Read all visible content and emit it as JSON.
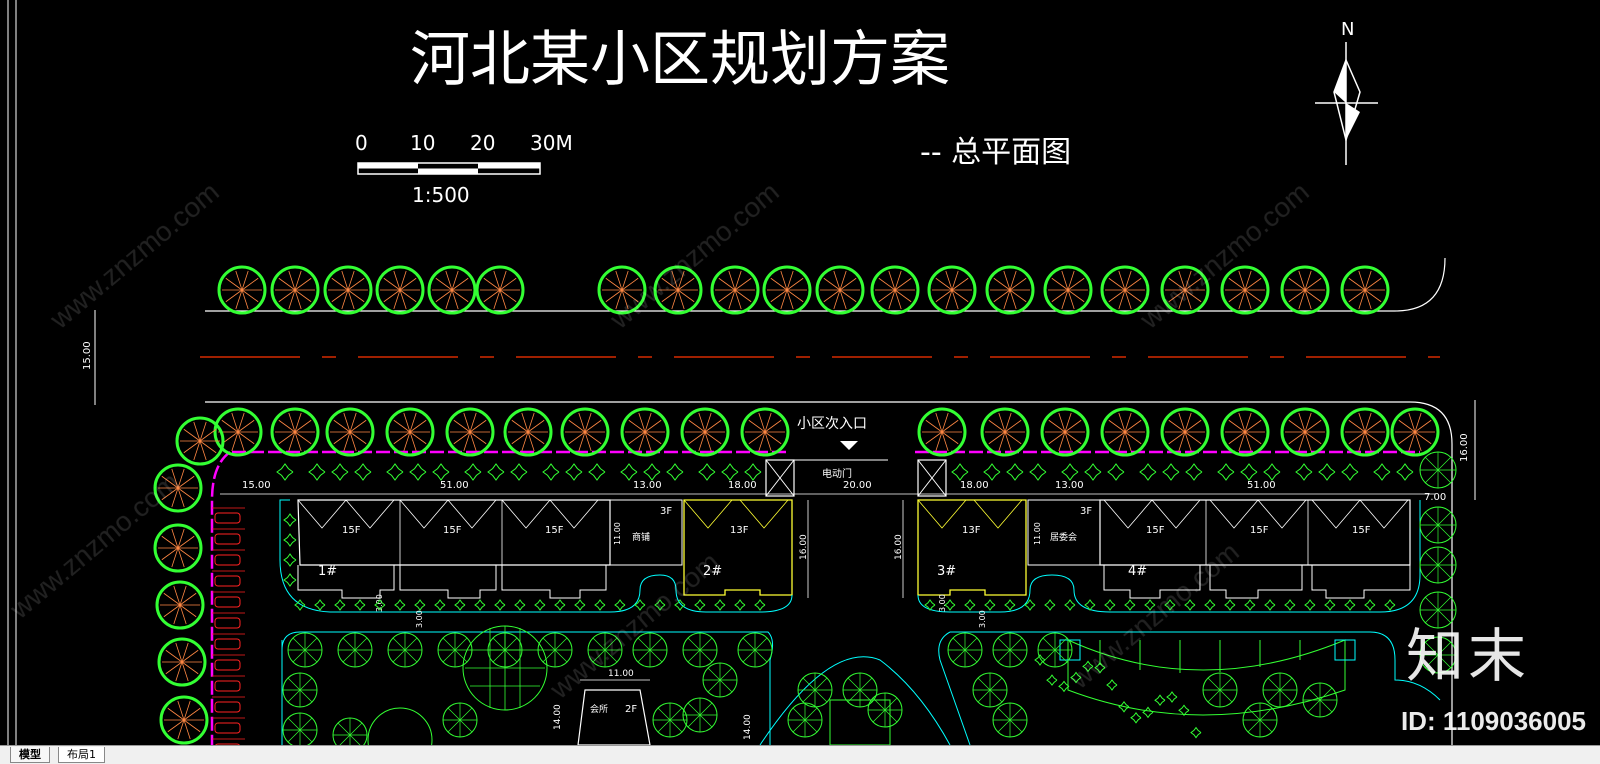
{
  "drawing": {
    "title": "河北某小区规划方案",
    "subtitle": "-- 总平面图",
    "north": "N",
    "scale_bar": {
      "ticks": [
        "0",
        "10",
        "20",
        "30M"
      ],
      "ratio": "1:500"
    },
    "entrance_label": "小区次入口",
    "gate_label": "电动门",
    "buildings": [
      {
        "id": "1#",
        "floors": [
          "15F",
          "15F",
          "15F"
        ]
      },
      {
        "id": "2#",
        "floors": [
          "13F"
        ]
      },
      {
        "id": "3#",
        "floors": [
          "13F"
        ]
      },
      {
        "id": "4#",
        "floors": [
          "15F",
          "15F",
          "15F"
        ]
      }
    ],
    "small_building": {
      "floors": "2F",
      "dim": "11.00",
      "label": "会所"
    },
    "annex_labels": [
      "3F",
      "3F",
      "商铺",
      "居委会"
    ],
    "dimensions": {
      "top_row": [
        "15.00",
        "51.00",
        "13.00",
        "18.00",
        "20.00",
        "18.00",
        "13.00",
        "51.00",
        "7.00"
      ],
      "vertical": [
        "15.00",
        "16.00",
        "16.00",
        "16.00",
        "11.00",
        "11.00",
        "3.00",
        "3.00",
        "3.00",
        "3.00",
        "14.00",
        "14.00"
      ]
    },
    "colors": {
      "tree": "#33ff33",
      "tree_core": "#ff8844",
      "road_center": "#ff3300",
      "fence": "#ff00ff",
      "building_white": "#ffffff",
      "building_yellow": "#ffff33",
      "green_line": "#00ffff",
      "parking": "#ff2222"
    }
  },
  "tabs": [
    "模型",
    "布局1"
  ],
  "watermark": {
    "logo": "知末",
    "id": "ID: 1109036005",
    "site": "www.znzmo.com"
  }
}
